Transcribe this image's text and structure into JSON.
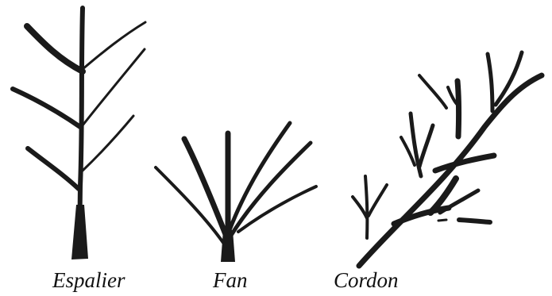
{
  "figures": [
    {
      "id": "espalier",
      "caption": "Espalier"
    },
    {
      "id": "fan",
      "caption": "Fan"
    },
    {
      "id": "cordon",
      "caption": "Cordon"
    }
  ],
  "colors": {
    "ink": "#1a1a1a",
    "background": "#ffffff"
  }
}
